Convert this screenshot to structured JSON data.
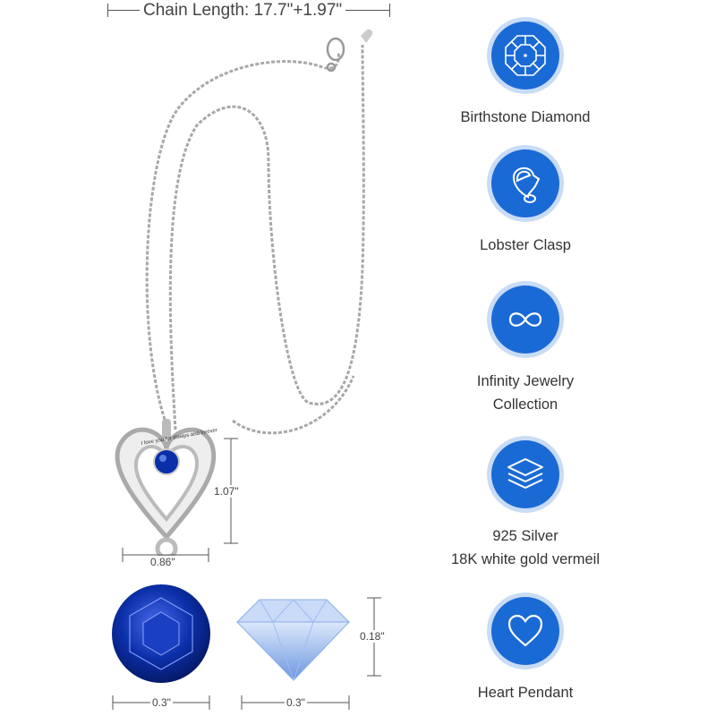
{
  "chain_length_label": "Chain Length: 17.7\"+1.97\"",
  "pendant": {
    "engraving": "I love you for always and forever",
    "height_label": "1.07\"",
    "width_label": "0.86\""
  },
  "stone": {
    "top_width_label": "0.3\"",
    "side_width_label": "0.3\"",
    "depth_label": "0.18\""
  },
  "features": [
    {
      "icon": "octagon-gem-icon",
      "lines": [
        "Birthstone Diamond"
      ]
    },
    {
      "icon": "lobster-clasp-icon",
      "lines": [
        "Lobster Clasp"
      ]
    },
    {
      "icon": "infinity-icon",
      "lines": [
        "Infinity Jewelry",
        "Collection"
      ]
    },
    {
      "icon": "layers-icon",
      "lines": [
        "925 Silver",
        "18K white gold vermeil"
      ]
    },
    {
      "icon": "heart-icon",
      "lines": [
        "Heart Pendant"
      ]
    }
  ],
  "colors": {
    "accent": "#1a6ad6",
    "ring": "#c9dcf5",
    "gem": "#0b2fa8"
  }
}
